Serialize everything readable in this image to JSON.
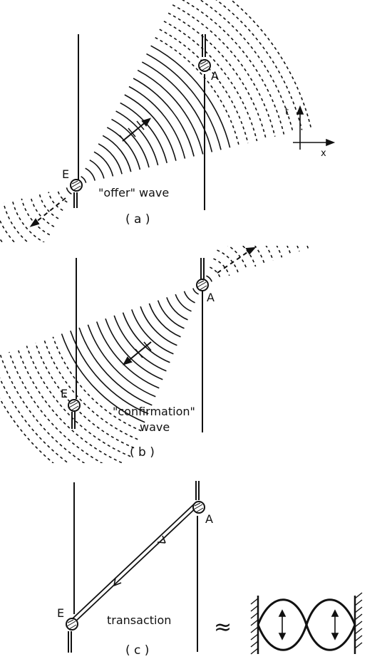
{
  "panels": [
    {
      "id": "a",
      "caption": "( a )",
      "emitter_label": "E",
      "absorber_label": "A",
      "wave_label": "\"offer\" wave"
    },
    {
      "id": "b",
      "caption": "( b )",
      "emitter_label": "E",
      "absorber_label": "A",
      "wave_label_line1": "\"confirmation\"",
      "wave_label_line2": "wave"
    },
    {
      "id": "c",
      "caption": "( c )",
      "emitter_label": "E",
      "absorber_label": "A",
      "wave_label": "transaction",
      "approx_symbol": "≈"
    }
  ],
  "axes": {
    "t_label": "t",
    "x_label": "x"
  },
  "colors": {
    "ink": "#111111",
    "background": "#ffffff"
  }
}
